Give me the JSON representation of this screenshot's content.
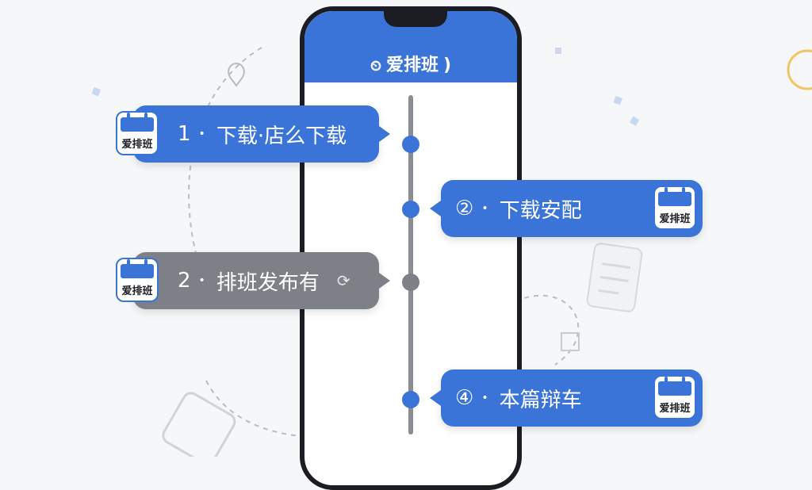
{
  "colors": {
    "accent": "#3a74d8",
    "muted": "#7d8087",
    "frame": "#1b1d22",
    "track": "#8a8d94"
  },
  "phone": {
    "title": "爱排班",
    "title_icon": "clock-icon"
  },
  "app_icon_label": "爱排班",
  "steps": [
    {
      "number": "1",
      "separator": "•",
      "label": "下载·店么下载",
      "style": "blue",
      "side": "left"
    },
    {
      "number": "②",
      "separator": "•",
      "label": "下载安配",
      "style": "blue",
      "side": "right"
    },
    {
      "number": "2",
      "separator": "•",
      "label": "排班发布有",
      "style": "gray",
      "side": "left",
      "trailing_icon": "refresh-icon"
    },
    {
      "number": "④",
      "separator": "•",
      "label": "本篇辩车",
      "style": "blue",
      "side": "right"
    }
  ]
}
